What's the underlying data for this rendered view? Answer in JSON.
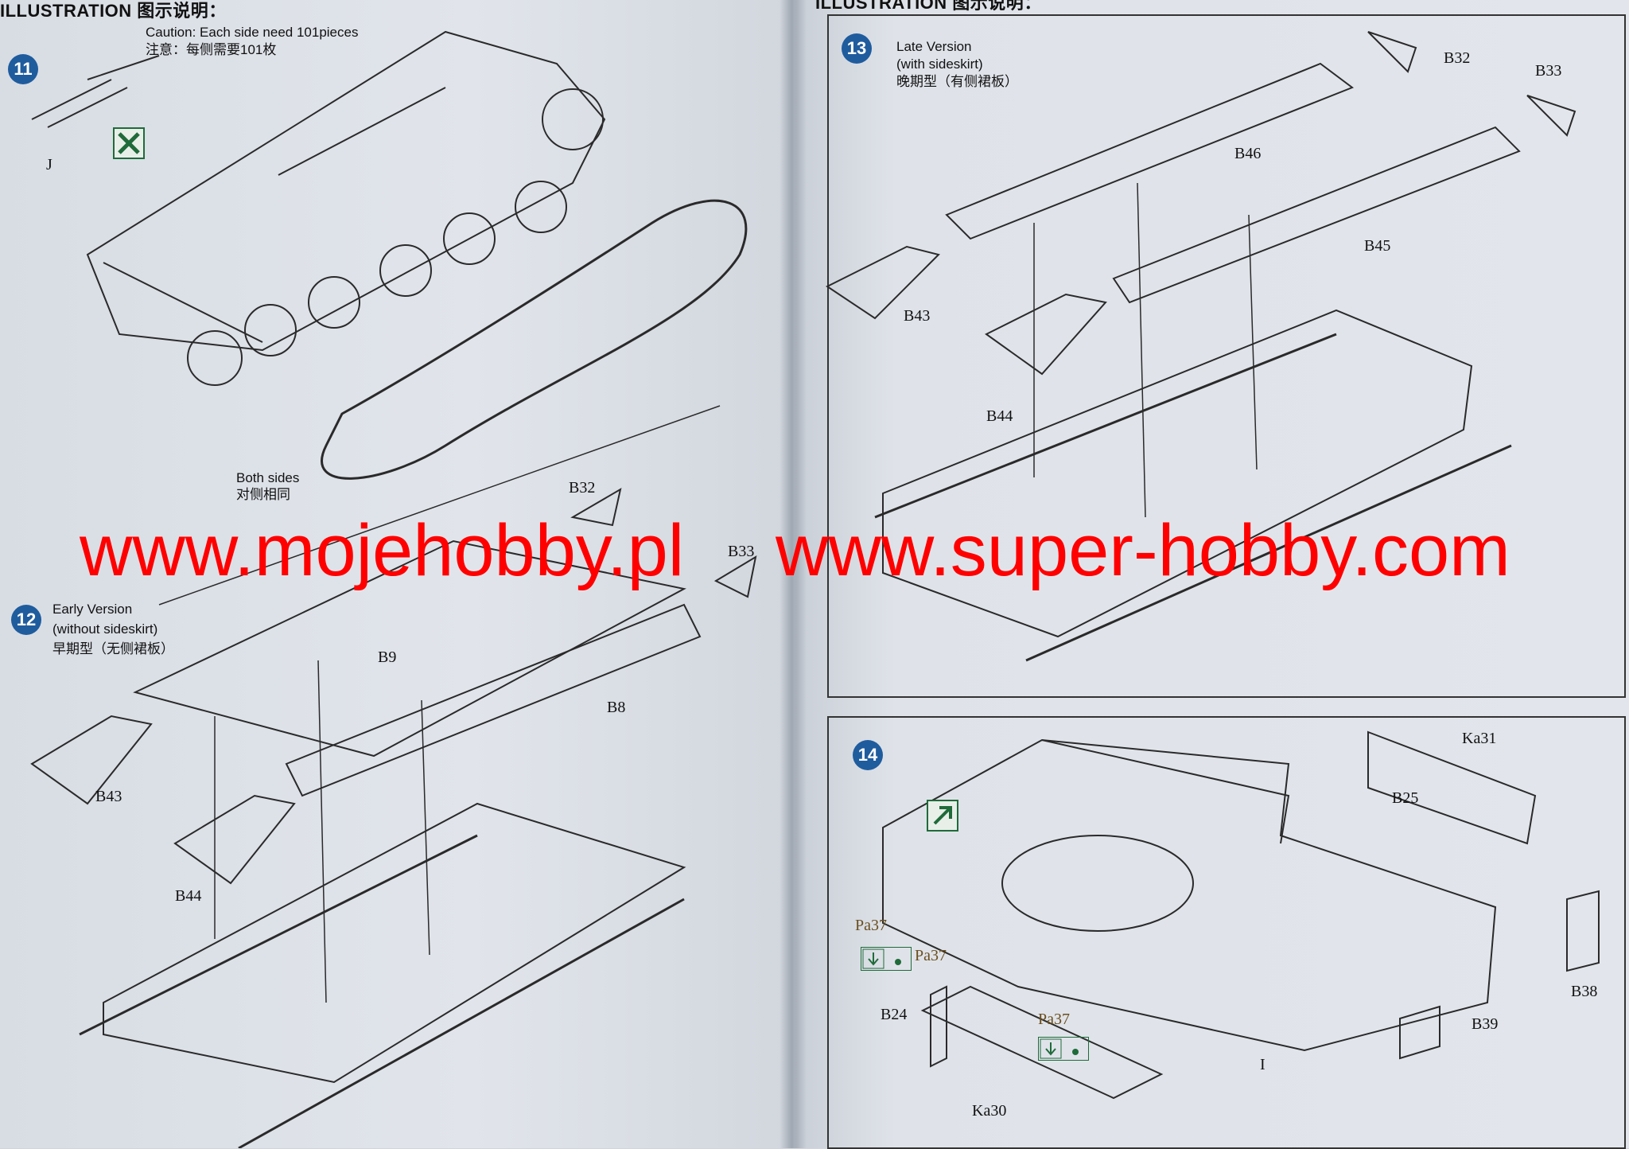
{
  "header": {
    "left_title": "ILLUSTRATION 图示说明：",
    "right_title": "ILLUSTRATION 图示说明："
  },
  "step11": {
    "number": "11",
    "caption_line1": "Caution: Each side need 101pieces",
    "caption_line2": "注意：每侧需要101枚",
    "part_label": "J",
    "both_sides_en": "Both sides",
    "both_sides_cn": "对侧相同"
  },
  "step12": {
    "number": "12",
    "title_en": "Early Version",
    "subtitle_en": "(without sideskirt)",
    "title_cn": "早期型（无侧裙板）",
    "labels": {
      "b32": "B32",
      "b33": "B33",
      "b9": "B9",
      "b8": "B8",
      "b43": "B43",
      "b44": "B44"
    }
  },
  "step13": {
    "number": "13",
    "title_en": "Late Version",
    "subtitle_en": "(with sideskirt)",
    "title_cn": "晚期型（有侧裙板）",
    "labels": {
      "b32": "B32",
      "b33": "B33",
      "b46": "B46",
      "b45": "B45",
      "b43": "B43",
      "b44": "B44"
    }
  },
  "step14": {
    "number": "14",
    "labels": {
      "ka31": "Ka31",
      "b25": "B25",
      "pa37a": "Pa37",
      "pa37b": "Pa37",
      "pa37c": "Pa37",
      "b24": "B24",
      "b38": "B38",
      "b39": "B39",
      "i": "I",
      "ka30": "Ka30"
    }
  },
  "watermark": {
    "left": "www.mojehobby.pl",
    "right": "www.super-hobby.com"
  },
  "colors": {
    "step_badge": "#1f5c9e",
    "watermark": "#ff0000",
    "paper": "#dde2e9",
    "icon_green": "#1f6b3a",
    "part_brown": "#6b4e1e"
  }
}
